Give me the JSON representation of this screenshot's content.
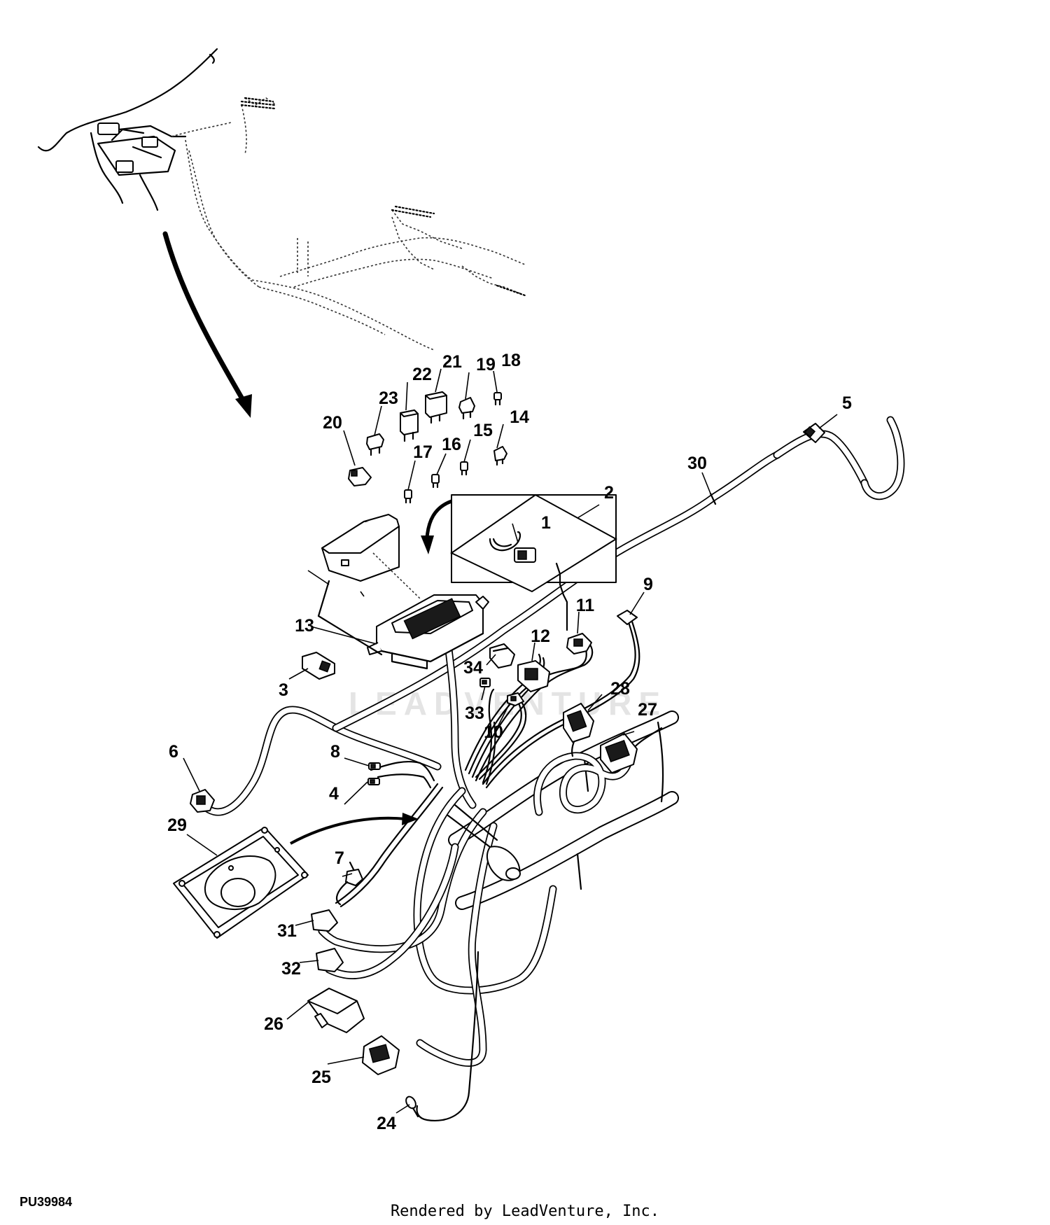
{
  "diagram": {
    "drawing_code": "PU39984",
    "credit": "Rendered by LeadVenture, Inc.",
    "watermark": "LEADVENTURE",
    "callouts": [
      "1",
      "2",
      "3",
      "4",
      "5",
      "6",
      "7",
      "8",
      "9",
      "10",
      "11",
      "12",
      "13",
      "14",
      "15",
      "16",
      "17",
      "18",
      "19",
      "20",
      "21",
      "22",
      "23",
      "24",
      "25",
      "26",
      "27",
      "28",
      "29",
      "30",
      "31",
      "32",
      "33",
      "34"
    ]
  }
}
